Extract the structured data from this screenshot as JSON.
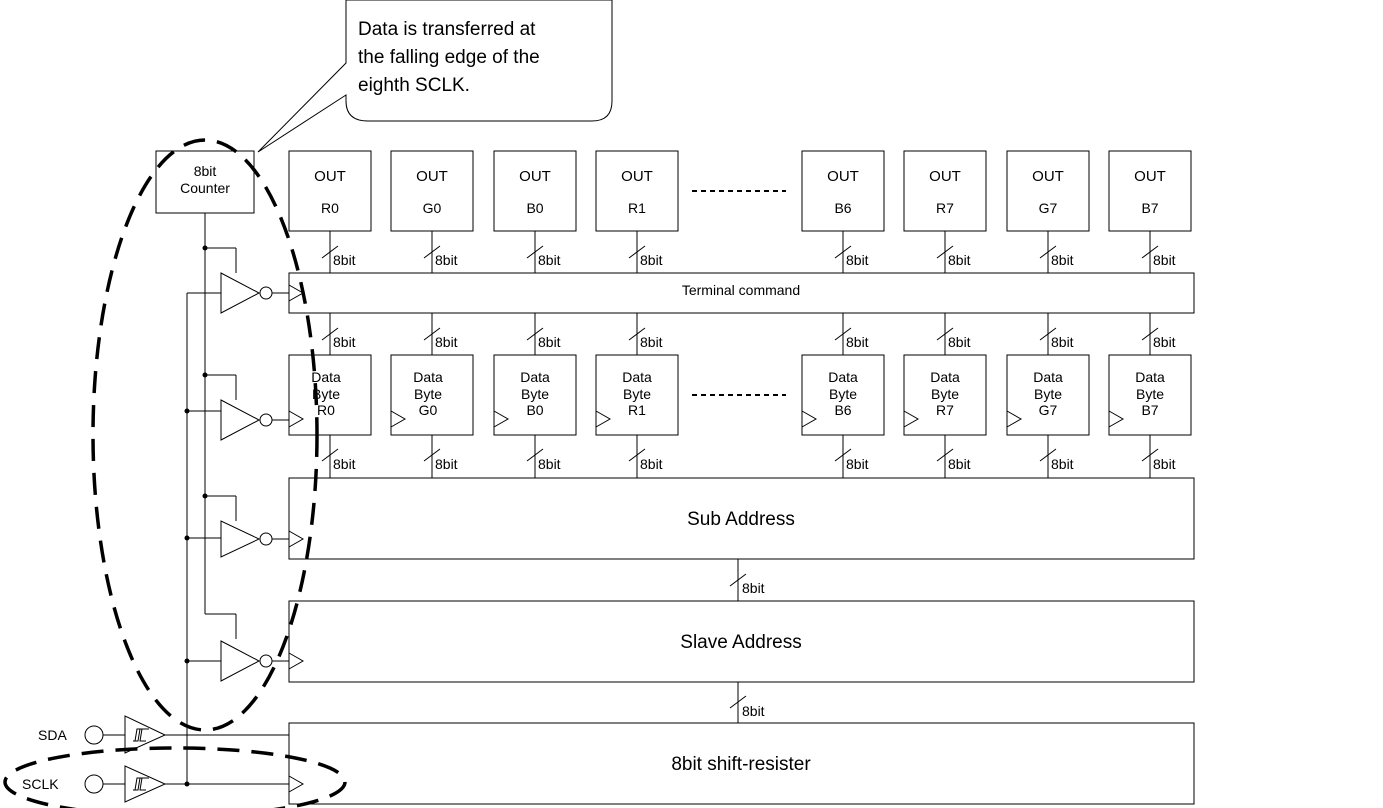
{
  "callout": {
    "line1": "Data is transferred at",
    "line2": "the falling edge of the",
    "line3": "eighth SCLK."
  },
  "counter": {
    "line1": "8bit",
    "line2": "Counter"
  },
  "outputs": [
    {
      "line1": "OUT",
      "line2": "R0"
    },
    {
      "line1": "OUT",
      "line2": "G0"
    },
    {
      "line1": "OUT",
      "line2": "B0"
    },
    {
      "line1": "OUT",
      "line2": "R1"
    },
    {
      "line1": "OUT",
      "line2": "B6"
    },
    {
      "line1": "OUT",
      "line2": "R7"
    },
    {
      "line1": "OUT",
      "line2": "G7"
    },
    {
      "line1": "OUT",
      "line2": "B7"
    }
  ],
  "data_bytes": [
    {
      "line1": "Data",
      "line2": "Byte",
      "line3": "R0"
    },
    {
      "line1": "Data",
      "line2": "Byte",
      "line3": "G0"
    },
    {
      "line1": "Data",
      "line2": "Byte",
      "line3": "B0"
    },
    {
      "line1": "Data",
      "line2": "Byte",
      "line3": "R1"
    },
    {
      "line1": "Data",
      "line2": "Byte",
      "line3": "B6"
    },
    {
      "line1": "Data",
      "line2": "Byte",
      "line3": "R7"
    },
    {
      "line1": "Data",
      "line2": "Byte",
      "line3": "G7"
    },
    {
      "line1": "Data",
      "line2": "Byte",
      "line3": "B7"
    }
  ],
  "bus_label": "8bit",
  "terminal_command": "Terminal command",
  "sub_address": "Sub Address",
  "slave_address": "Slave Address",
  "shift_register": "8bit shift-resister",
  "pins": {
    "sda": "SDA",
    "sclk": "SCLK"
  }
}
